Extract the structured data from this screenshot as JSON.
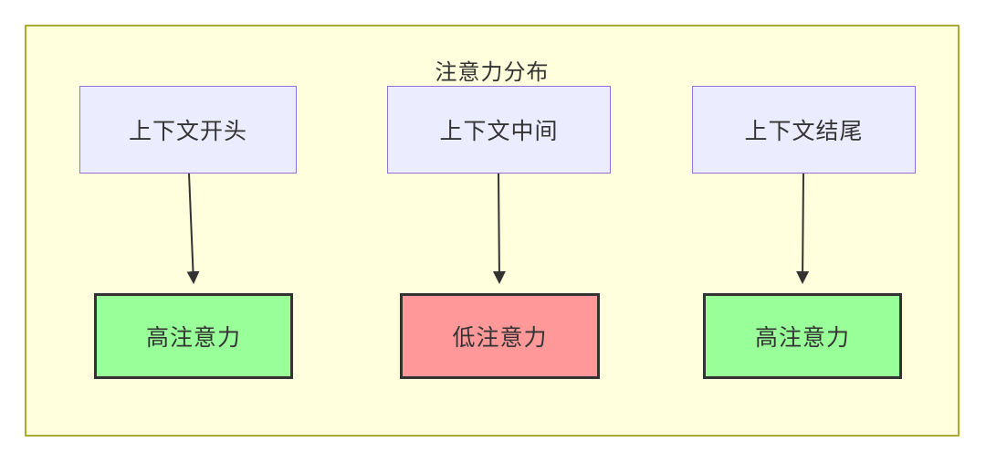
{
  "diagram": {
    "type": "flowchart",
    "title": "注意力分布",
    "nodes": {
      "top": [
        {
          "id": "context-start",
          "label": "上下文开头"
        },
        {
          "id": "context-middle",
          "label": "上下文中间"
        },
        {
          "id": "context-end",
          "label": "上下文结尾"
        }
      ],
      "bottom": [
        {
          "id": "high-attention-1",
          "label": "高注意力",
          "status": "high"
        },
        {
          "id": "low-attention",
          "label": "低注意力",
          "status": "low"
        },
        {
          "id": "high-attention-2",
          "label": "高注意力",
          "status": "high"
        }
      ]
    },
    "edges": [
      {
        "from": "context-start",
        "to": "high-attention-1"
      },
      {
        "from": "context-middle",
        "to": "low-attention"
      },
      {
        "from": "context-end",
        "to": "high-attention-2"
      }
    ],
    "colors": {
      "cluster_background": "#ffffde",
      "cluster_border": "#aaaa33",
      "context_node_background": "#ececff",
      "context_node_border": "#9370db",
      "high_attention_background": "#99ff99",
      "low_attention_background": "#ff9999",
      "attention_node_border": "#333333",
      "text": "#333333",
      "arrow": "#333333"
    }
  }
}
